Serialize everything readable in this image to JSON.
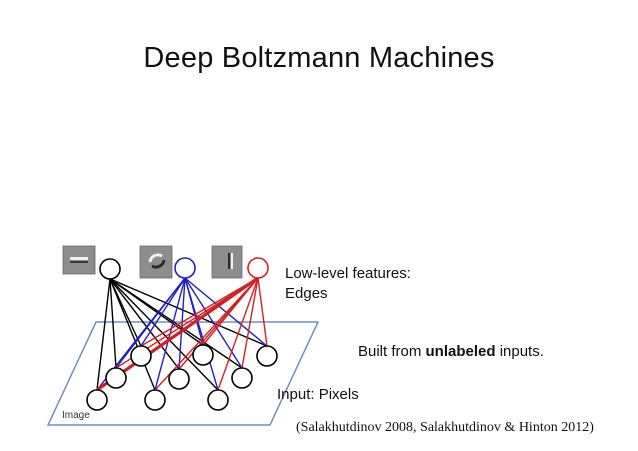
{
  "title": "Deep Boltzmann Machines",
  "labels": {
    "low_level_line1": "Low-level features:",
    "low_level_line2": "Edges",
    "built_prefix": "Built from ",
    "built_bold": "unlabeled",
    "built_suffix": " inputs.",
    "input": "Input: Pixels",
    "image": "Image"
  },
  "citation": "(Salakhutdinov 2008, Salakhutdinov & Hinton 2012)",
  "colors": {
    "black": "#000000",
    "blue": "#2020c0",
    "red": "#d42020",
    "plane_stroke": "#6f8fc0"
  }
}
